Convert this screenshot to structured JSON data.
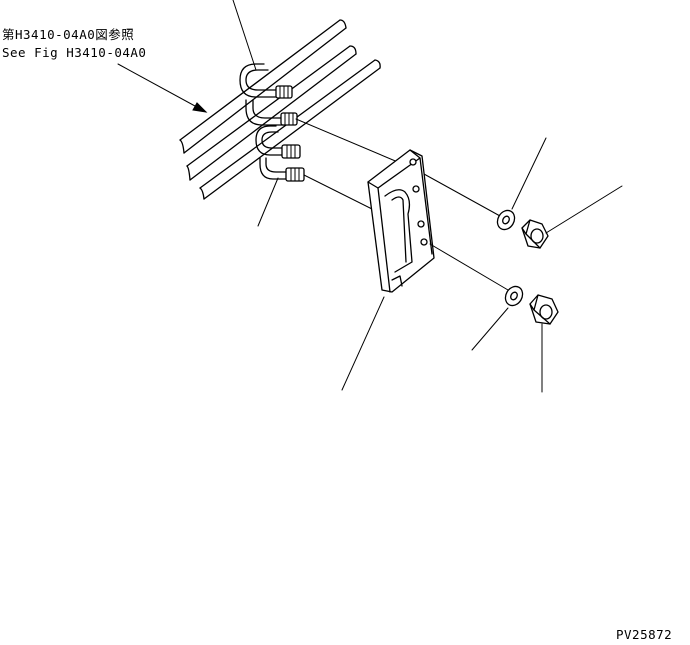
{
  "reference": {
    "jp_text": "第H3410-04A0図参照",
    "en_text": "See Fig H3410-04A0"
  },
  "drawing_code": "PV25872",
  "parts": [
    {
      "name": "tube-assembly"
    },
    {
      "name": "clamp-bracket"
    },
    {
      "name": "washer-upper"
    },
    {
      "name": "nut-upper"
    },
    {
      "name": "washer-lower"
    },
    {
      "name": "nut-lower"
    },
    {
      "name": "u-bolt"
    }
  ]
}
